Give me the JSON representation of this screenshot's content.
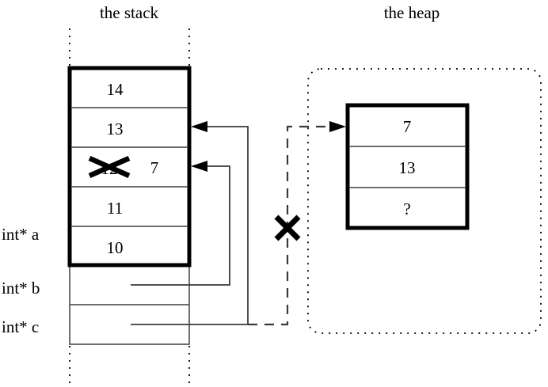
{
  "titles": {
    "stack": "the stack",
    "heap": "the heap"
  },
  "stack": {
    "cells": [
      {
        "value": "14"
      },
      {
        "value": "13"
      },
      {
        "value": "12",
        "struck": true,
        "new_value": "7"
      },
      {
        "value": "11"
      },
      {
        "value": "10"
      }
    ],
    "pointer_rows": [
      {
        "label": "int* a"
      },
      {
        "label": "int* b"
      },
      {
        "label": "int* c"
      }
    ]
  },
  "heap": {
    "cells": [
      {
        "value": "7"
      },
      {
        "value": "13"
      },
      {
        "value": "?"
      }
    ]
  },
  "annotations": {
    "struck_value_mark": "x-cross",
    "broken_link_mark": "x-cross"
  },
  "colors": {
    "stroke": "#000000",
    "thin_stroke": "#4a4a4a",
    "background": "#ffffff"
  }
}
